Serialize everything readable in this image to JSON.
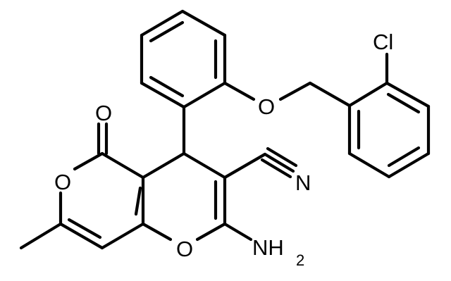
{
  "molecule": {
    "atoms": {
      "chlorine": "Cl",
      "ketone_oxygen": "O",
      "ether_oxygen": "O",
      "lactone_ring_oxygen": "O",
      "pyran_ring_oxygen": "O",
      "nitrile_nitrogen": "N",
      "amine_nitrogen": "NH",
      "amine_subscript": "2"
    }
  }
}
